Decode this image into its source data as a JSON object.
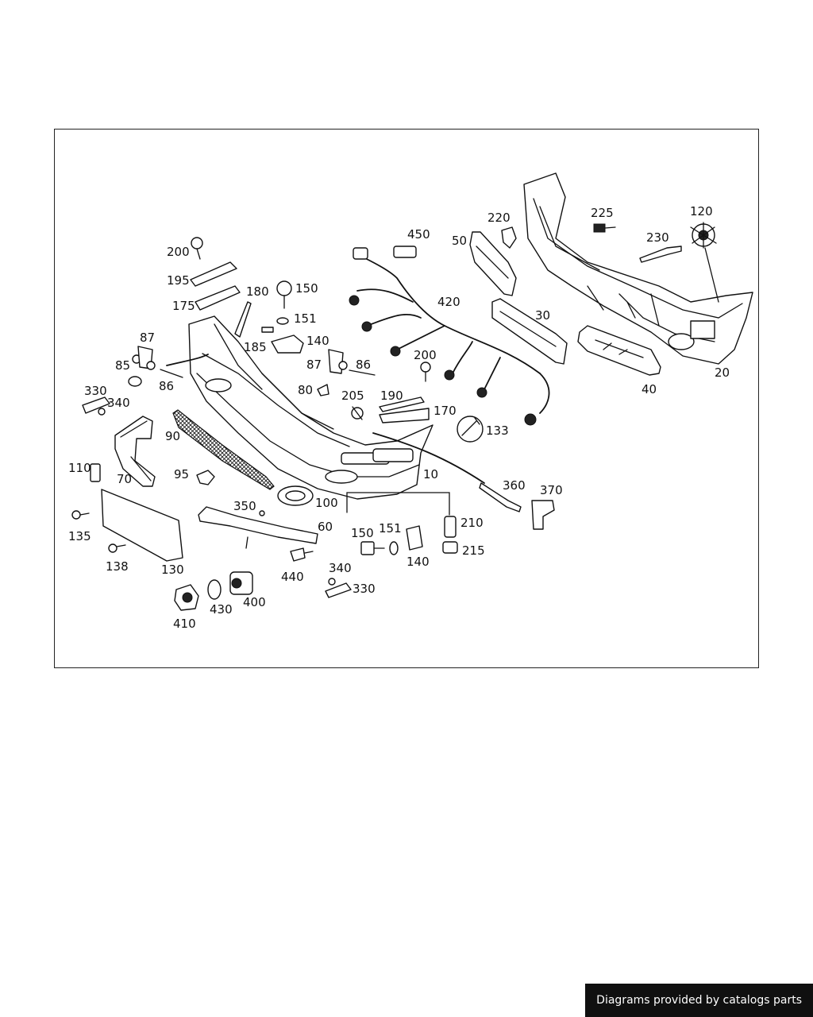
{
  "footer": {
    "credit_text": "Diagrams provided by catalogs parts"
  },
  "diagram": {
    "callouts": [
      "200",
      "195",
      "175",
      "180",
      "150",
      "151",
      "185",
      "140",
      "87",
      "85",
      "86",
      "87",
      "86",
      "80",
      "205",
      "190",
      "170",
      "330",
      "340",
      "90",
      "110",
      "70",
      "95",
      "135",
      "138",
      "130",
      "350",
      "60",
      "100",
      "10",
      "150",
      "151",
      "140",
      "210",
      "215",
      "440",
      "340",
      "330",
      "400",
      "430",
      "410",
      "450",
      "420",
      "200",
      "133",
      "360",
      "370",
      "50",
      "220",
      "225",
      "230",
      "120",
      "30",
      "40",
      "20"
    ]
  }
}
